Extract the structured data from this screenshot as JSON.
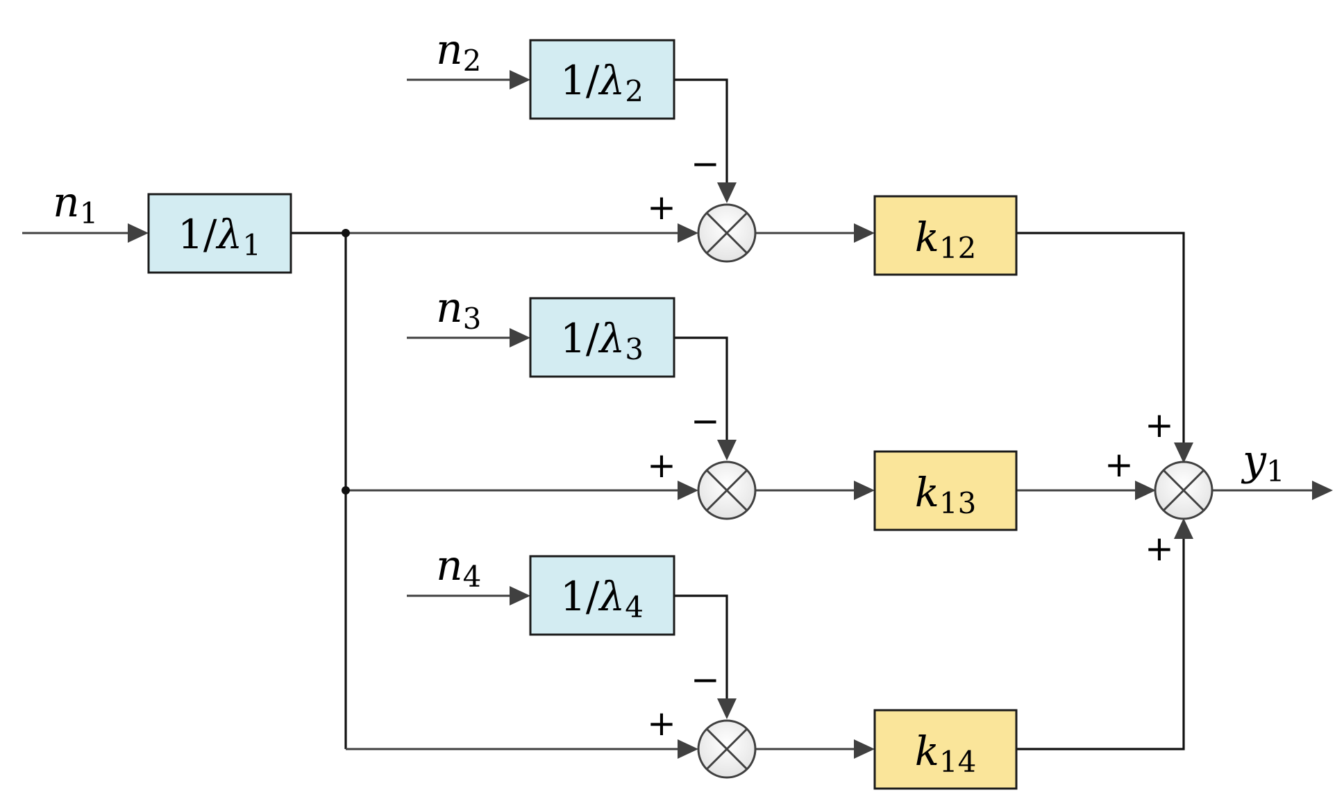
{
  "colors": {
    "lambda_block_fill": "#d3ecf2",
    "gain_block_fill": "#fae59a",
    "wire": "#404040",
    "outline": "#1a1a1a"
  },
  "inputs": {
    "n1": {
      "base": "n",
      "sub": "1"
    },
    "n2": {
      "base": "n",
      "sub": "2"
    },
    "n3": {
      "base": "n",
      "sub": "3"
    },
    "n4": {
      "base": "n",
      "sub": "4"
    }
  },
  "lambda_blocks": {
    "l1": {
      "prefix": "1/",
      "symbol": "λ",
      "sub": "1"
    },
    "l2": {
      "prefix": "1/",
      "symbol": "λ",
      "sub": "2"
    },
    "l3": {
      "prefix": "1/",
      "symbol": "λ",
      "sub": "3"
    },
    "l4": {
      "prefix": "1/",
      "symbol": "λ",
      "sub": "4"
    }
  },
  "gain_blocks": {
    "k12": {
      "base": "k",
      "sub": "12"
    },
    "k13": {
      "base": "k",
      "sub": "13"
    },
    "k14": {
      "base": "k",
      "sub": "14"
    }
  },
  "output": {
    "base": "y",
    "sub": "1"
  },
  "signs": {
    "plus": "+",
    "minus": "−"
  }
}
